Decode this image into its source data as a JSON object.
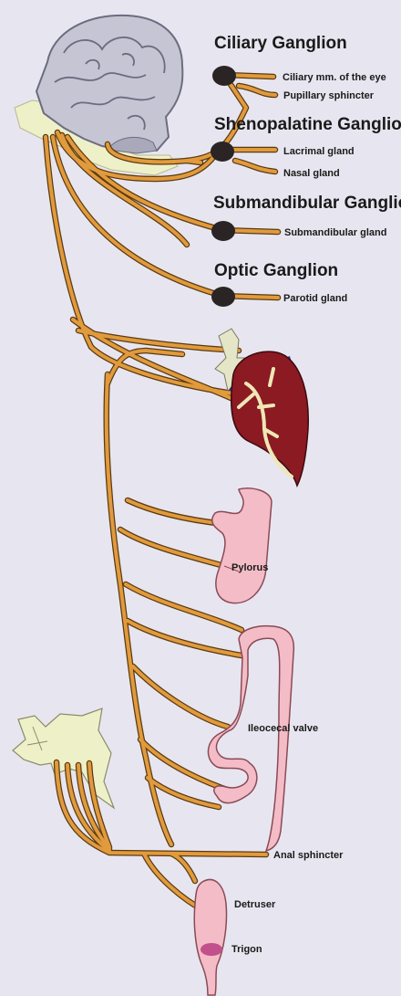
{
  "ganglia": {
    "ciliary": {
      "title": "Ciliary Ganglion",
      "targets": [
        "Ciliary mm. of the eye",
        "Pupillary sphincter"
      ]
    },
    "sphenopalatine": {
      "title": "Shenopalatine Ganglion",
      "targets": [
        "Lacrimal gland",
        "Nasal gland"
      ]
    },
    "submandibular": {
      "title": "Submandibular Ganglion",
      "targets": [
        "Submandibular gland"
      ]
    },
    "otic": {
      "title": "Optic Ganglion",
      "targets": [
        "Parotid gland"
      ]
    }
  },
  "organs": {
    "pylorus": "Pylorus",
    "ileocecal": "Ileocecal valve",
    "anal": "Anal sphincter",
    "detruser": "Detruser",
    "trigon": "Trigon"
  },
  "colors": {
    "background": "#e7e6f0",
    "nerve": "#e19a3c",
    "brain": "#c5c5d4",
    "heart": "#8b1a22",
    "gut": "#f4bcc6",
    "bone": "#eef0c8"
  }
}
